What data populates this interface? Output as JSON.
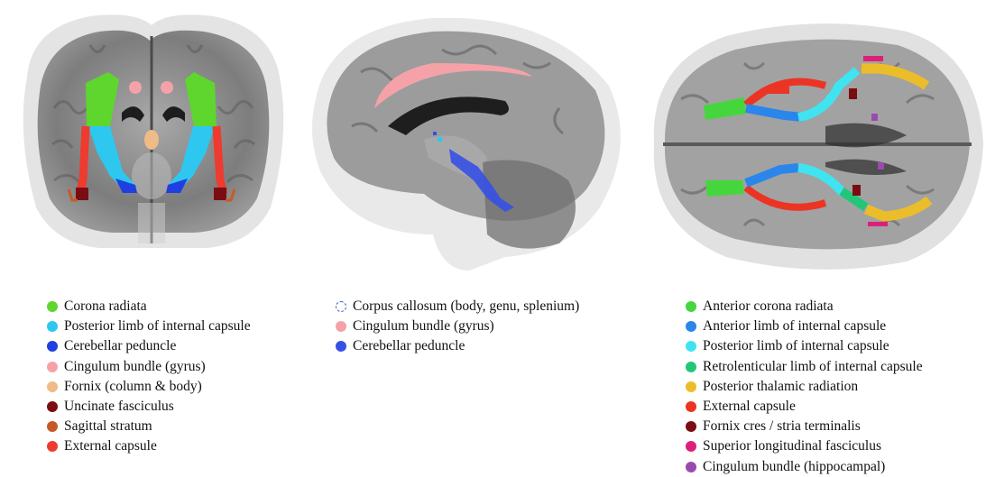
{
  "panels": {
    "coronal": {
      "legend": [
        {
          "label": "Corona radiata",
          "color": "#5ed62e"
        },
        {
          "label": "Posterior limb of internal capsule",
          "color": "#2ec7ef"
        },
        {
          "label": "Cerebellar peduncle",
          "color": "#1f3fe0"
        },
        {
          "label": "Cingulum bundle (gyrus)",
          "color": "#f4a2a8"
        },
        {
          "label": "Fornix (column & body)",
          "color": "#efbb86"
        },
        {
          "label": "Uncinate fasciculus",
          "color": "#7a0d12"
        },
        {
          "label": "Sagittal stratum",
          "color": "#c65a26"
        },
        {
          "label": "External capsule",
          "color": "#ee3b2f"
        }
      ]
    },
    "sagittal": {
      "legend": [
        {
          "label": "Corpus callosum (body, genu, splenium)",
          "color": "#ffffff",
          "outline": "#3a62c8",
          "dashed": true
        },
        {
          "label": "Cingulum bundle (gyrus)",
          "color": "#f4a2a8"
        },
        {
          "label": "Cerebellar peduncle",
          "color": "#3650e4"
        }
      ]
    },
    "axial": {
      "legend": [
        {
          "label": "Anterior corona radiata",
          "color": "#45d63e"
        },
        {
          "label": "Anterior limb of internal capsule",
          "color": "#2a86ea"
        },
        {
          "label": "Posterior limb of internal capsule",
          "color": "#3fe4f0"
        },
        {
          "label": "Retrolenticular limb of internal capsule",
          "color": "#22c679"
        },
        {
          "label": "Posterior thalamic radiation",
          "color": "#ecbd2a"
        },
        {
          "label": "External capsule",
          "color": "#ec3424"
        },
        {
          "label": "Fornix cres / stria terminalis",
          "color": "#7a0d12"
        },
        {
          "label": "Superior longitudinal fasciculus",
          "color": "#dd1f7c"
        },
        {
          "label": "Cingulum bundle (hippocampal)",
          "color": "#9a4aae"
        }
      ]
    }
  }
}
